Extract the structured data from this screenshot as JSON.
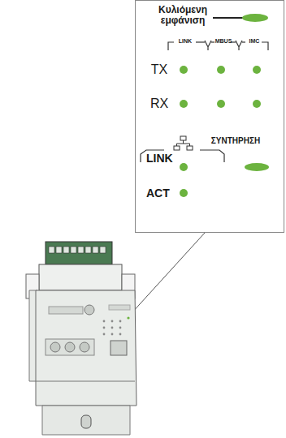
{
  "diagram": {
    "labels": [
      "Κυλιόμενη εμφάνιση",
      "LINK",
      "MBUS",
      "IMC",
      "TX",
      "RX",
      "LINK",
      "ACT",
      "ΣΥΝΤΗΡΗΣΗ"
    ]
  }
}
